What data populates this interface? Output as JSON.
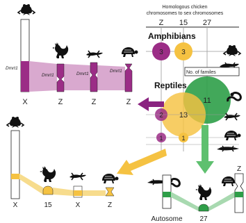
{
  "header": {
    "line1": "Homologous chicken",
    "line2": "chromosomes to sex chromosomes",
    "col_z": "Z",
    "col_15": "15",
    "col_27": "27"
  },
  "groups": {
    "amphibians": "Amphibians",
    "reptiles": "Reptiles",
    "families_label": "No. of familes"
  },
  "bubbles": {
    "amph_z": "3",
    "amph_15": "3",
    "rept_z": "2",
    "rept_15": "13",
    "rept_27": "11",
    "rept2_z": "1",
    "rept2_15": "1"
  },
  "gene": {
    "main": "Dmrt1",
    "a": "Dmrt1",
    "b": "Dmrt1",
    "c": "Dmrt1"
  },
  "top_chrom_labels": [
    "X",
    "Z",
    "Z",
    "Z"
  ],
  "bottom_left_labels": [
    "X",
    "15",
    "X",
    "Z"
  ],
  "bottom_right_labels": [
    "Autosome",
    "27",
    "Z"
  ],
  "colors": {
    "purple": "#9b2d86",
    "purple_light": "#d9a9cf",
    "yellow": "#f5c242",
    "yellow_light": "#f7dc8d",
    "green": "#2e9e48",
    "green_light": "#a8d9b0"
  },
  "icons": [
    "frog-icon",
    "rooster-icon",
    "lizard-icon",
    "turtle-icon",
    "salamander-icon",
    "snake-icon",
    "crocodile-icon"
  ]
}
